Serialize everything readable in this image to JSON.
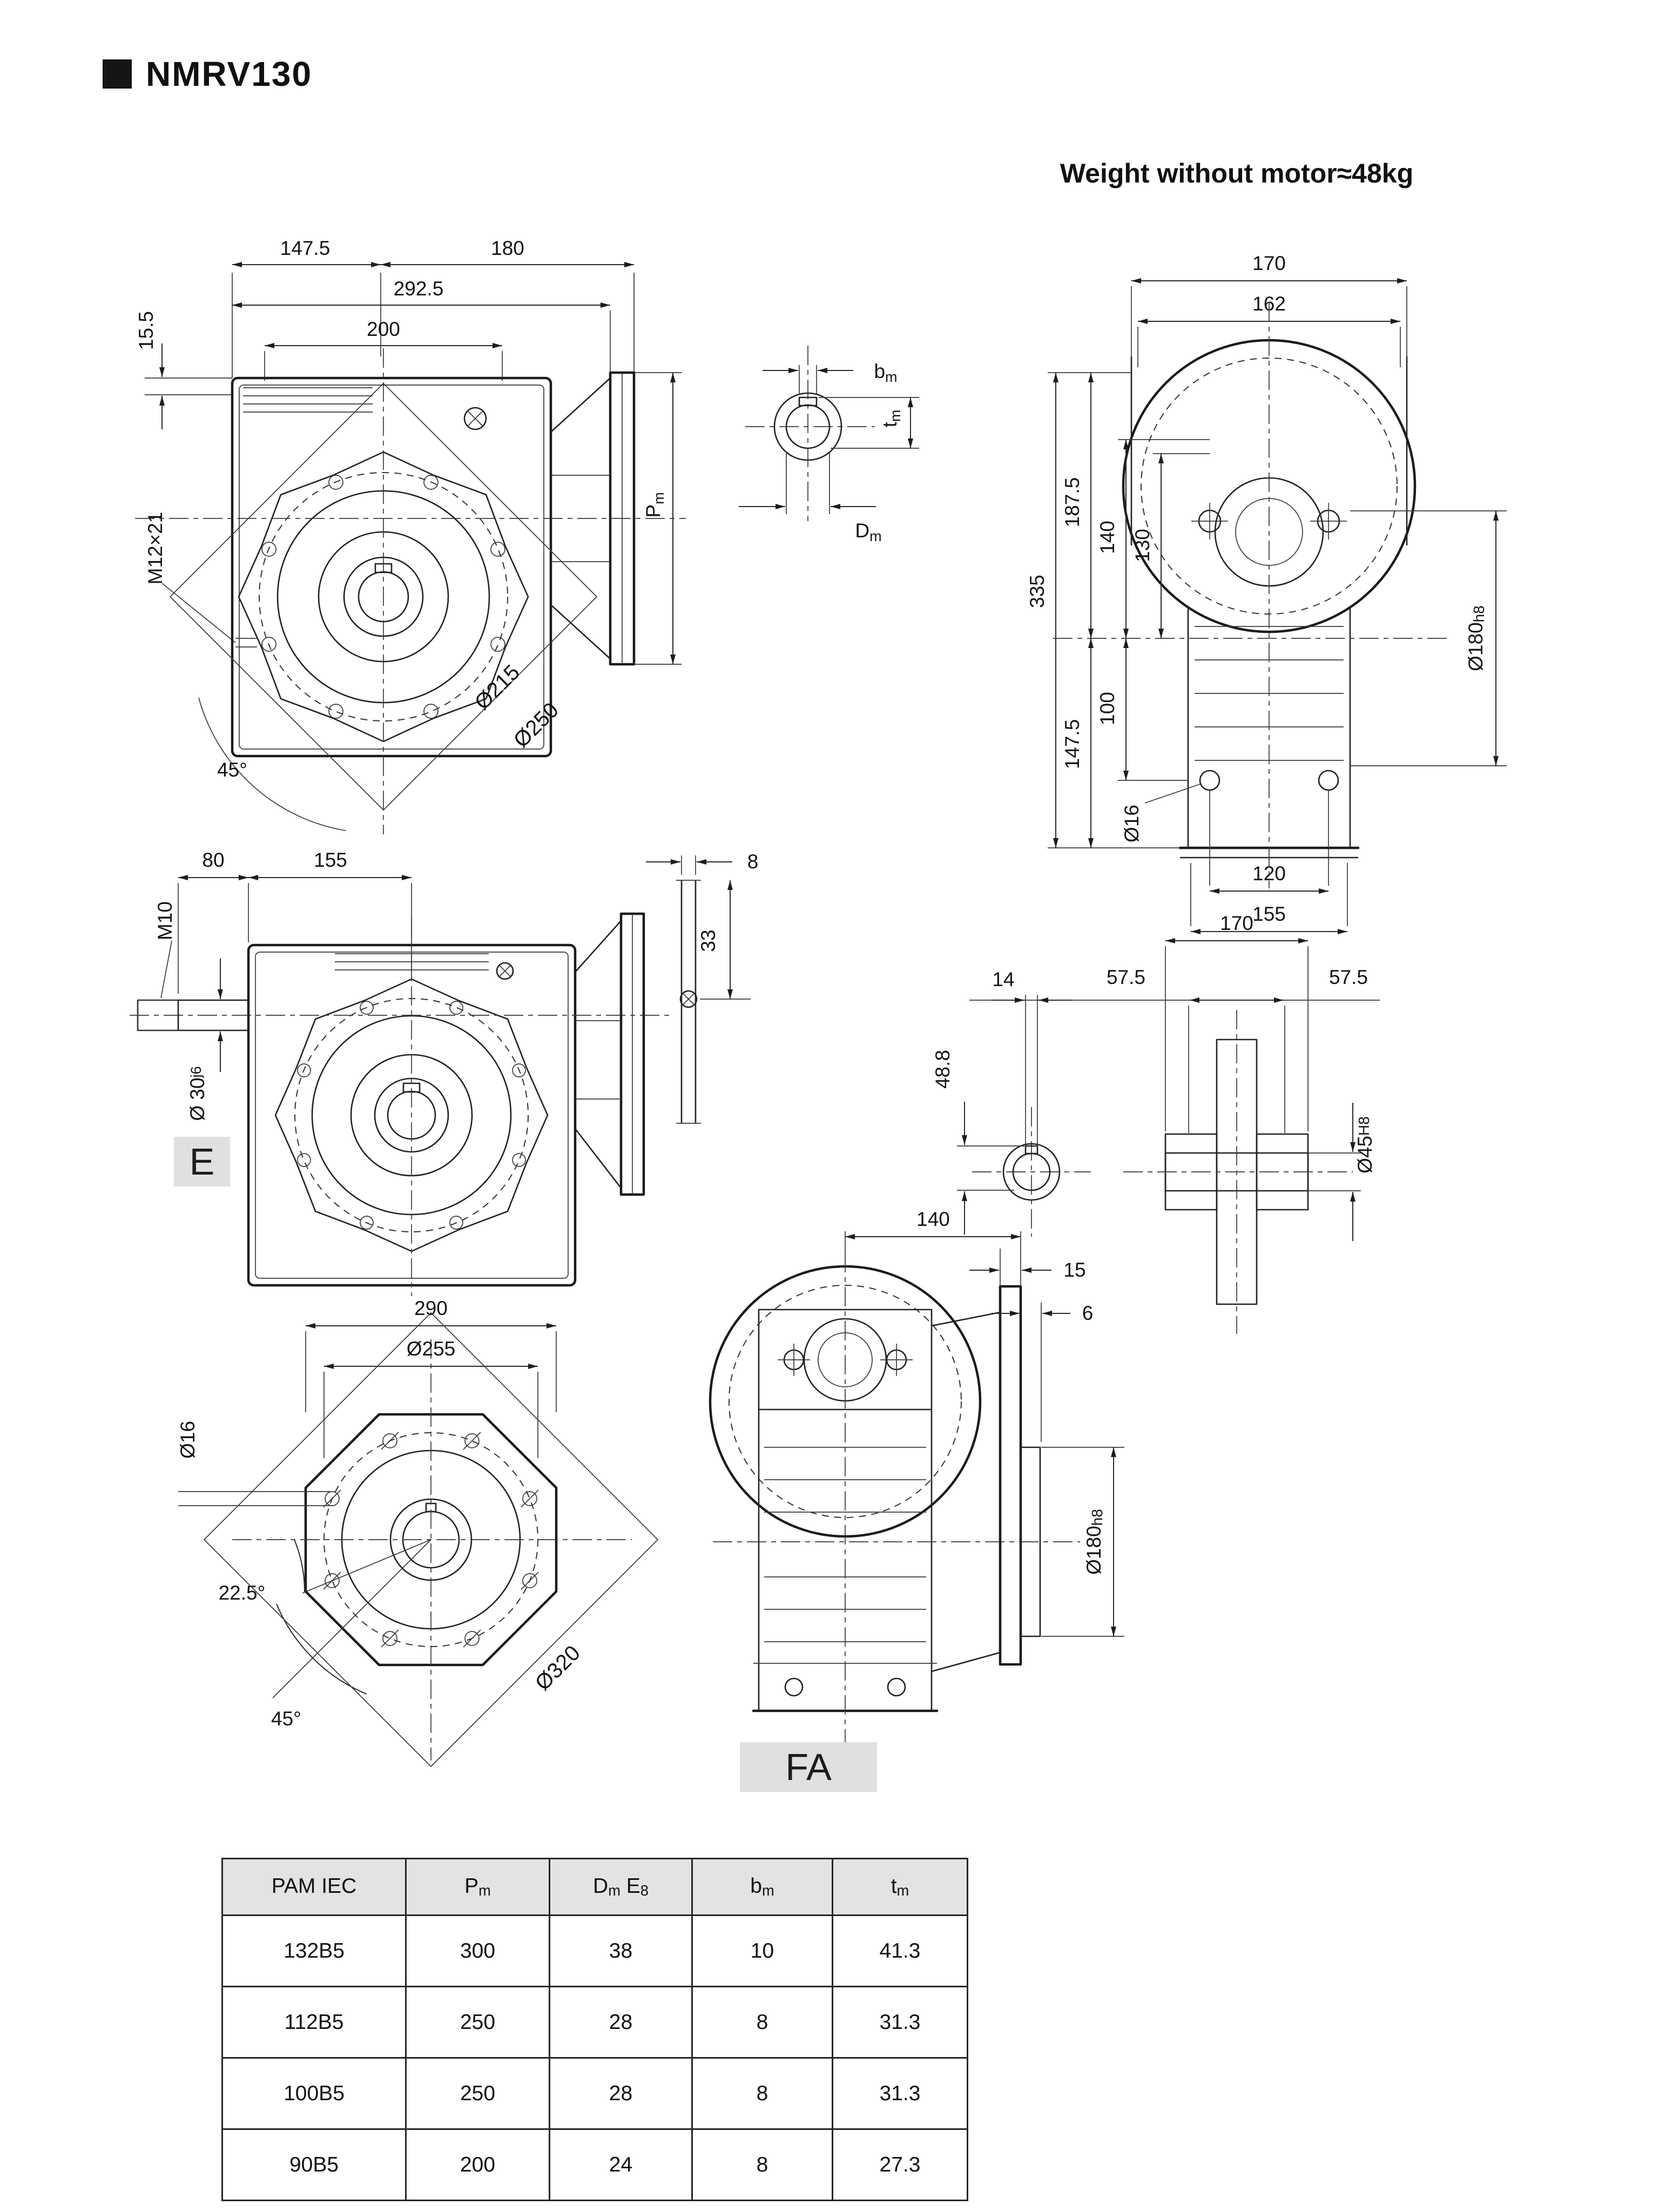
{
  "page": {
    "title": "NMRV130",
    "weight_note": "Weight without motor≈48kg"
  },
  "labels": {
    "view_e": "E",
    "view_fa": "FA"
  },
  "colors": {
    "line": "#1b1b1b",
    "label_box_bg": "#e0e0e0",
    "table_header_bg": "#e3e3e3",
    "paper": "#ffffff"
  },
  "views": {
    "top_side": {
      "d147_5": "147.5",
      "d180": "180",
      "d292_5": "292.5",
      "d200": "200",
      "d15_5": "15.5",
      "m12": "M12×21",
      "pm_main": "P",
      "pm_sub": "m",
      "a45": "45°",
      "d215": "Ø215",
      "d250": "Ø250"
    },
    "shaft_key": {
      "bm_main": "b",
      "bm_sub": "m",
      "tm_main": "t",
      "tm_sub": "m",
      "dm_main": "D",
      "dm_sub": "m"
    },
    "front": {
      "d170": "170",
      "d162": "162",
      "d335": "335",
      "d187_5": "187.5",
      "d140": "140",
      "d130": "130",
      "d147_5": "147.5",
      "d100": "100",
      "d16": "Ø16",
      "d180_main": "Ø180",
      "d180_sub": "h8",
      "d120": "120",
      "d155": "155"
    },
    "side_e": {
      "d80": "80",
      "d155": "155",
      "m10": "M10",
      "d30_main": "Ø 30",
      "d30_sub": "j6"
    },
    "flange_sec": {
      "d8": "8",
      "d33": "33"
    },
    "hub": {
      "d170": "170",
      "d57a": "57.5",
      "d57b": "57.5",
      "d14": "14",
      "d48_8": "48.8",
      "d45_main": "Ø45",
      "d45_sub": "H8"
    },
    "fa_flange": {
      "d290": "290",
      "d255": "Ø255",
      "d16": "Ø16",
      "a22": "22.5°",
      "a45": "45°",
      "d320": "Ø320"
    },
    "fa_side": {
      "d140": "140",
      "d15": "15",
      "d6": "6",
      "d180_main": "Ø180",
      "d180_sub": "h8"
    }
  },
  "table": {
    "headers": [
      {
        "t": "PAM IEC",
        "s": "",
        "t2": "",
        "s2": ""
      },
      {
        "t": "P",
        "s": "m",
        "t2": "",
        "s2": ""
      },
      {
        "t": "D",
        "s": "m",
        "t2": " E",
        "s2": "8"
      },
      {
        "t": "b",
        "s": "m",
        "t2": "",
        "s2": ""
      },
      {
        "t": "t",
        "s": "m",
        "t2": "",
        "s2": ""
      }
    ],
    "rows": [
      [
        "132B5",
        "300",
        "38",
        "10",
        "41.3"
      ],
      [
        "112B5",
        "250",
        "28",
        "8",
        "31.3"
      ],
      [
        "100B5",
        "250",
        "28",
        "8",
        "31.3"
      ],
      [
        "90B5",
        "200",
        "24",
        "8",
        "27.3"
      ]
    ]
  }
}
